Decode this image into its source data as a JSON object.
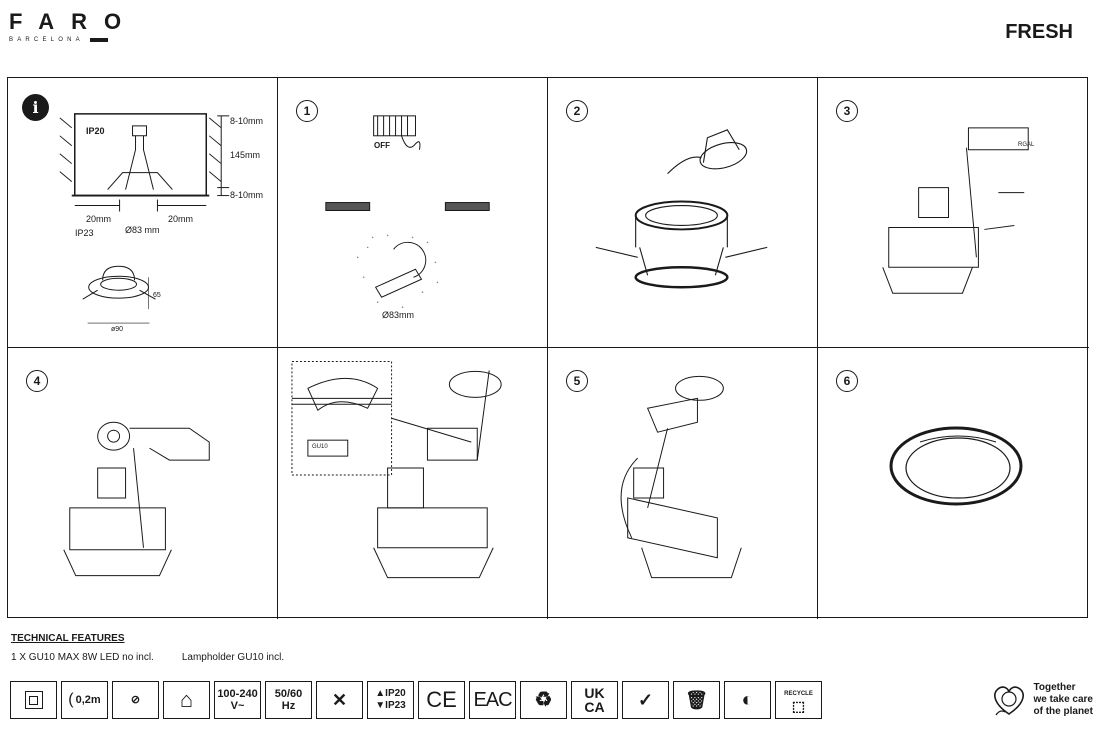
{
  "brand": {
    "name": "FARO",
    "tagline": "BARCELONA"
  },
  "product": {
    "name": "FRESH"
  },
  "panel0": {
    "ip_inside": "IP20",
    "ip_outside": "IP23",
    "dim_top": "8-10mm",
    "dim_mid": "145mm",
    "dim_bot": "8-10mm",
    "dim_left": "20mm",
    "dim_right": "20mm",
    "diameter": "Ø83 mm",
    "height": "65",
    "width": "ø90"
  },
  "steps": [
    "1",
    "2",
    "3",
    "4",
    "5",
    "6"
  ],
  "panel1": {
    "switch_label": "OFF",
    "cut_diameter": "Ø83mm"
  },
  "panel3": {
    "label": "RGAL"
  },
  "panel4b": {
    "label": "GU10"
  },
  "tech": {
    "title": "TECHNICAL FEATURES",
    "line1": "1 X GU10 MAX 8W LED no incl.",
    "line2": "Lampholder GU10 incl."
  },
  "icons": {
    "voltage_top": "100-240",
    "voltage_bot": "V~",
    "freq_top": "50/60",
    "freq_bot": "Hz",
    "ip_top": "▲IP20",
    "ip_bot": "▼IP23",
    "ce": "CE",
    "eac": "EAC",
    "uk_top": "UK",
    "uk_bot": "CA",
    "dist": "0,2m",
    "recycle": "RECYCLE"
  },
  "planet": {
    "line1": "Together",
    "line2": "we take care",
    "line3": "of the planet"
  }
}
